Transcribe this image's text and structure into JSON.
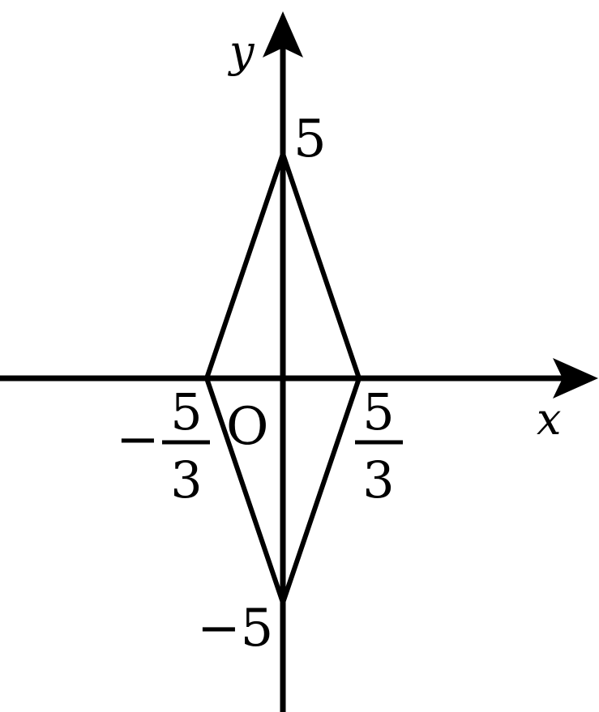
{
  "diagram": {
    "axes": {
      "x_label": "x",
      "y_label": "y",
      "origin_label": "O"
    },
    "intercepts": {
      "y_top": "5",
      "y_bottom": "−5",
      "x_left": {
        "sign": "−",
        "numerator": "5",
        "denominator": "3"
      },
      "x_right": {
        "numerator": "5",
        "denominator": "3"
      }
    },
    "colors": {
      "stroke": "#000000",
      "background": "#ffffff"
    }
  }
}
